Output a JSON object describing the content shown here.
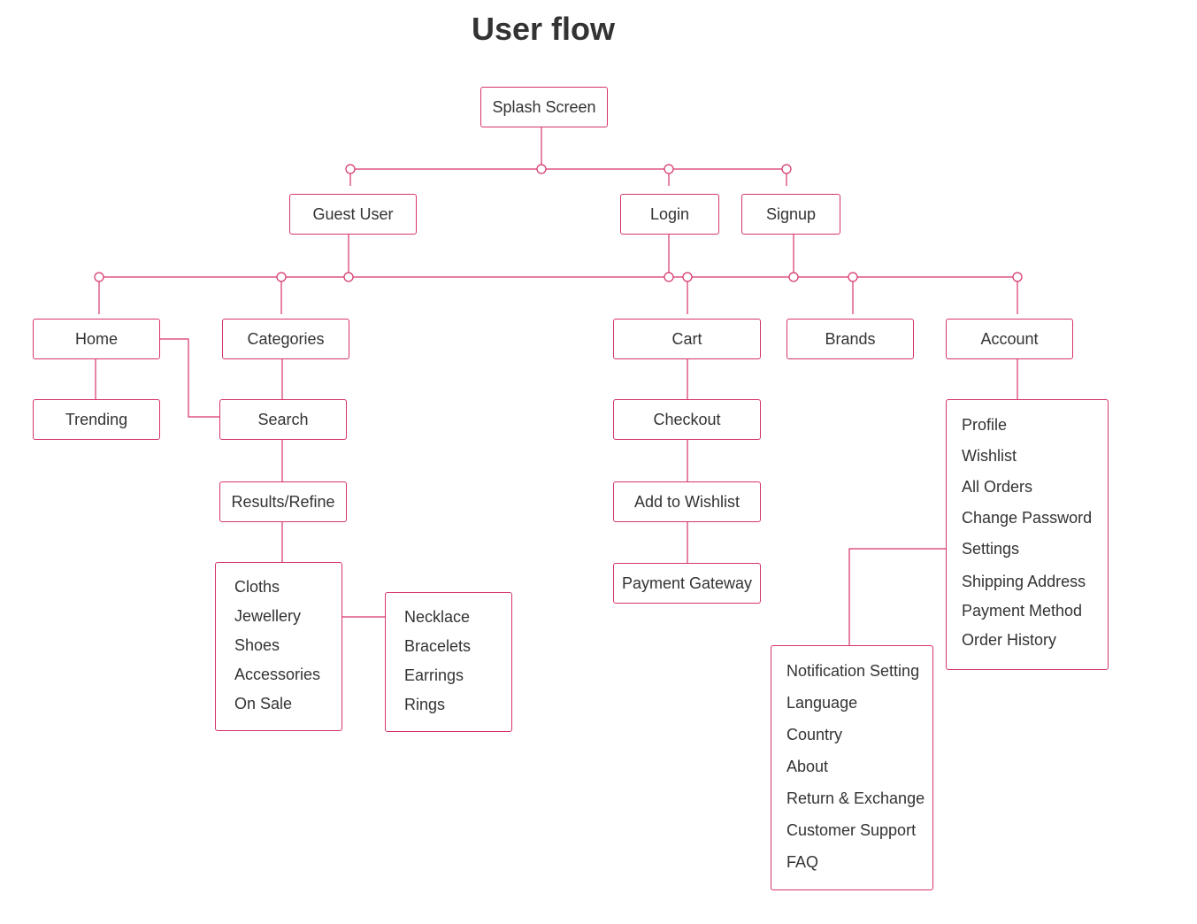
{
  "title": "User flow",
  "colors": {
    "accent": "#d6336c",
    "text": "#333333",
    "background": "#ffffff"
  },
  "nodes": {
    "splash": "Splash Screen",
    "guest": "Guest User",
    "login": "Login",
    "signup": "Signup",
    "home": "Home",
    "categories": "Categories",
    "cart": "Cart",
    "brands": "Brands",
    "account": "Account",
    "trending": "Trending",
    "search": "Search",
    "checkout": "Checkout",
    "results": "Results/Refine",
    "wishlist_add": "Add to Wishlist",
    "payment": "Payment Gateway"
  },
  "lists": {
    "categories_list": [
      "Cloths",
      "Jewellery",
      "Shoes",
      "Accessories",
      "On Sale"
    ],
    "jewellery_list": [
      "Necklace",
      "Bracelets",
      "Earrings",
      "Rings"
    ],
    "account_list": [
      "Profile",
      "Wishlist",
      "All Orders",
      "Change Password",
      "Settings",
      "Shipping Address",
      "Payment Method",
      "Order History"
    ],
    "settings_list": [
      "Notification Setting",
      "Language",
      "Country",
      "About",
      "Return & Exchange",
      "Customer Support",
      "FAQ"
    ]
  }
}
